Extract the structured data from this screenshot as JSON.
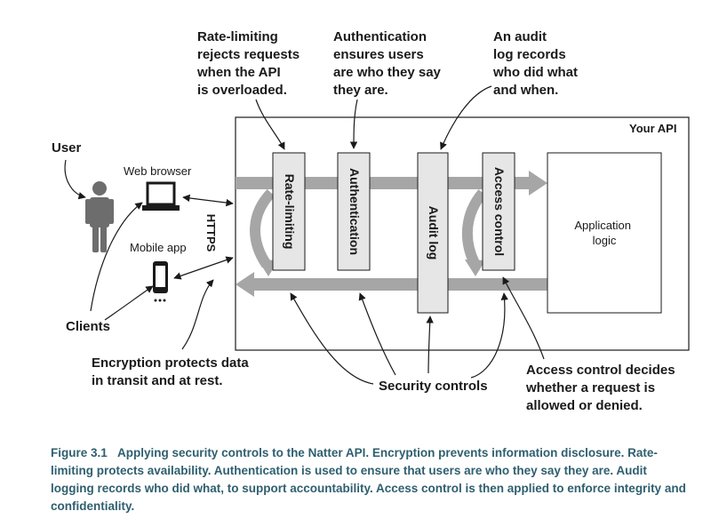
{
  "annotations": {
    "rate_limiting": [
      "Rate-limiting",
      "rejects requests",
      "when the API",
      "is overloaded."
    ],
    "authentication": [
      "Authentication",
      "ensures users",
      "are who they say",
      "they are."
    ],
    "audit": [
      "An audit",
      "log records",
      "who did what",
      "and when."
    ],
    "user": "User",
    "clients": "Clients",
    "encryption": [
      "Encryption protects data",
      "in transit and at rest."
    ],
    "security_controls": "Security controls",
    "access_control_decides": [
      "Access control decides",
      "whether a request is",
      "allowed or denied."
    ]
  },
  "api_box": {
    "title": "Your API"
  },
  "clients": {
    "web_browser": "Web browser",
    "mobile_app": "Mobile app"
  },
  "https_label": "HTTPS",
  "controls": {
    "rate_limiting": "Rate-limiting",
    "authentication": "Authentication",
    "audit_log": "Audit log",
    "access_control": "Access control"
  },
  "app_logic": [
    "Application",
    "logic"
  ],
  "caption": {
    "figure": "Figure 3.1",
    "text": "Applying security controls to the Natter API. Encryption prevents information disclosure. Rate-limiting protects availability. Authentication is used to ensure that users are who they say they are. Audit logging records who did what, to support accountability. Access control is then applied to enforce integrity and confidentiality."
  },
  "colors": {
    "arrow": "#a6a6a6",
    "box_fill": "#e6e6e6",
    "person": "#6d6d6d",
    "caption": "#2f5f6f"
  },
  "icons": [
    "person-icon",
    "laptop-icon",
    "phone-icon"
  ]
}
